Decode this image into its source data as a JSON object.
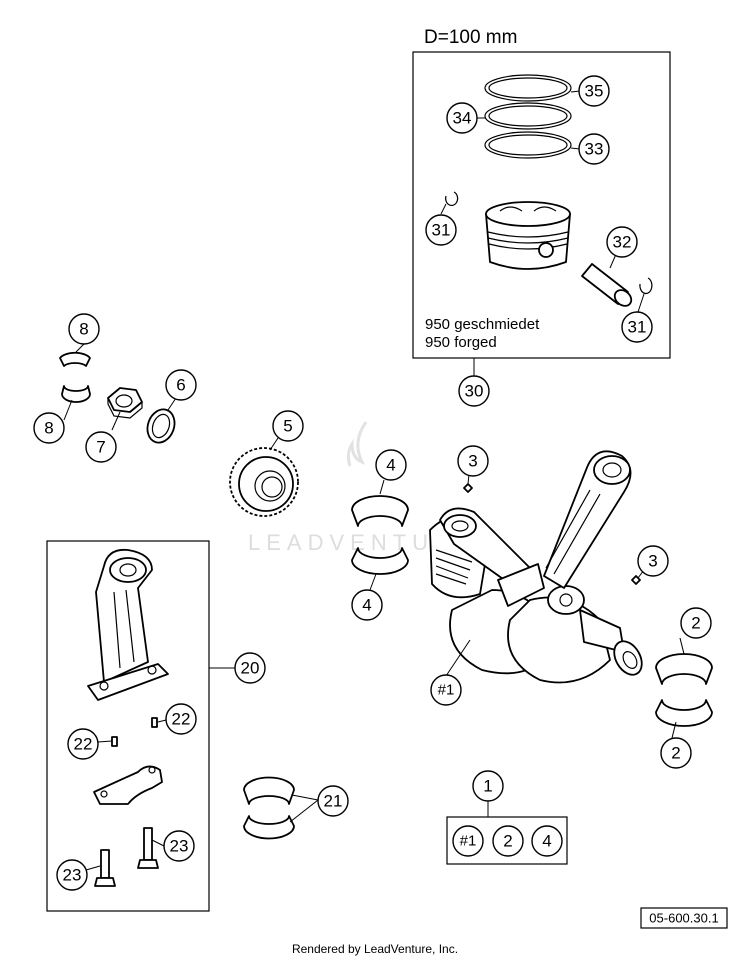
{
  "header": {
    "dimension": "D=100 mm"
  },
  "piston_note": {
    "line1": "950 geschmiedet",
    "line2": "950 forged"
  },
  "callouts": {
    "c35": "35",
    "c34": "34",
    "c33": "33",
    "c31a": "31",
    "c32": "32",
    "c31b": "31",
    "c30": "30",
    "c8a": "8",
    "c8b": "8",
    "c6": "6",
    "c7": "7",
    "c5": "5",
    "c4a": "4",
    "c4b": "4",
    "c3a": "3",
    "c3b": "3",
    "c2a": "2",
    "c2b": "2",
    "cH1": "#1",
    "c20": "20",
    "c22a": "22",
    "c22b": "22",
    "c21": "21",
    "c23a": "23",
    "c23b": "23",
    "c1": "1",
    "k_h1": "#1",
    "k_2": "2",
    "k_4": "4"
  },
  "reference": "05-600.30.1",
  "footer": "Rendered by LeadVenture, Inc.",
  "watermark": "LEADVENTURE"
}
